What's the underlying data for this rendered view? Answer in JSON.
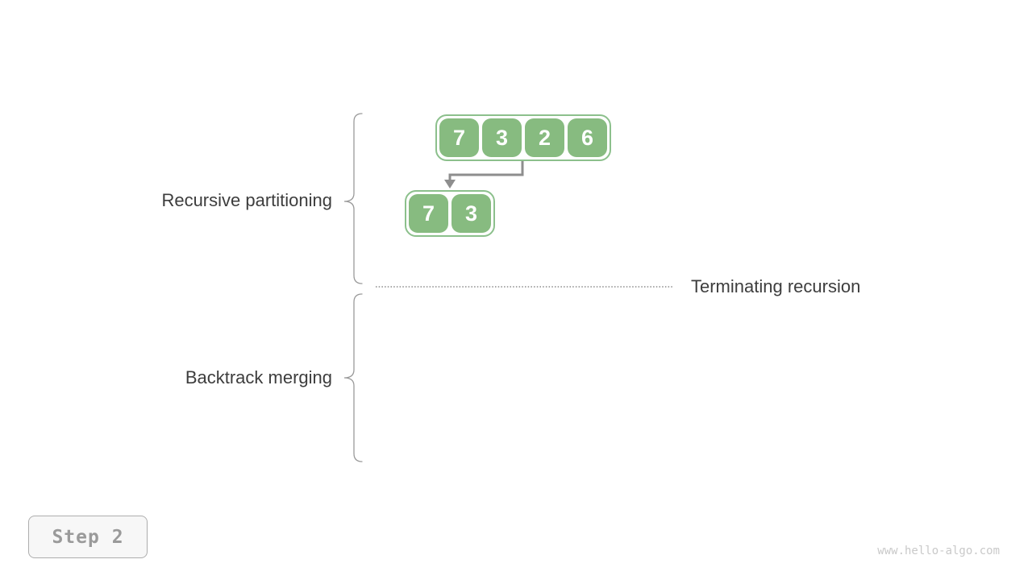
{
  "diagram": {
    "labels": {
      "recursive_partitioning": "Recursive partitioning",
      "backtrack_merging": "Backtrack merging",
      "terminating_recursion": "Terminating recursion"
    },
    "arrays": {
      "level1": [
        "7",
        "3",
        "2",
        "6"
      ],
      "level2": [
        "7",
        "3"
      ]
    }
  },
  "step_badge": {
    "label": "Step 2"
  },
  "watermark": {
    "text": "www.hello-algo.com"
  },
  "colors": {
    "cell_green": "#87BB80",
    "container_border_green": "#8CC08C",
    "arrow_gray": "#8E8E8E",
    "brace_gray": "#9A9A9A",
    "dotted_line_gray": "#8A8A8A",
    "label_text": "#3D3D3D",
    "cell_text": "#FFFFFF",
    "badge_text": "#9A9A9A",
    "badge_border": "#ADADAD",
    "badge_bg": "#F7F7F7",
    "watermark_text": "#C9C9C9"
  }
}
